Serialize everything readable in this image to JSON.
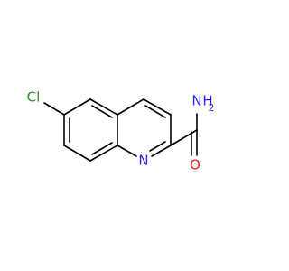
{
  "molecule": {
    "atoms": [
      {
        "id": "cl",
        "element": "Cl",
        "label": "Cl",
        "color": "#2e8b2e"
      },
      {
        "id": "n1",
        "element": "N",
        "label": "N",
        "color": "#2a2aff"
      },
      {
        "id": "o",
        "element": "O",
        "label": "O",
        "color": "#ff1a1a"
      },
      {
        "id": "nh",
        "element": "N",
        "label": "H",
        "color": "#2a2aff"
      },
      {
        "id": "nh2",
        "element": "N",
        "label": "N",
        "color": "#2a2aff"
      },
      {
        "id": "h2",
        "element": "H",
        "label": "2",
        "color": "#2a2aff"
      }
    ]
  }
}
